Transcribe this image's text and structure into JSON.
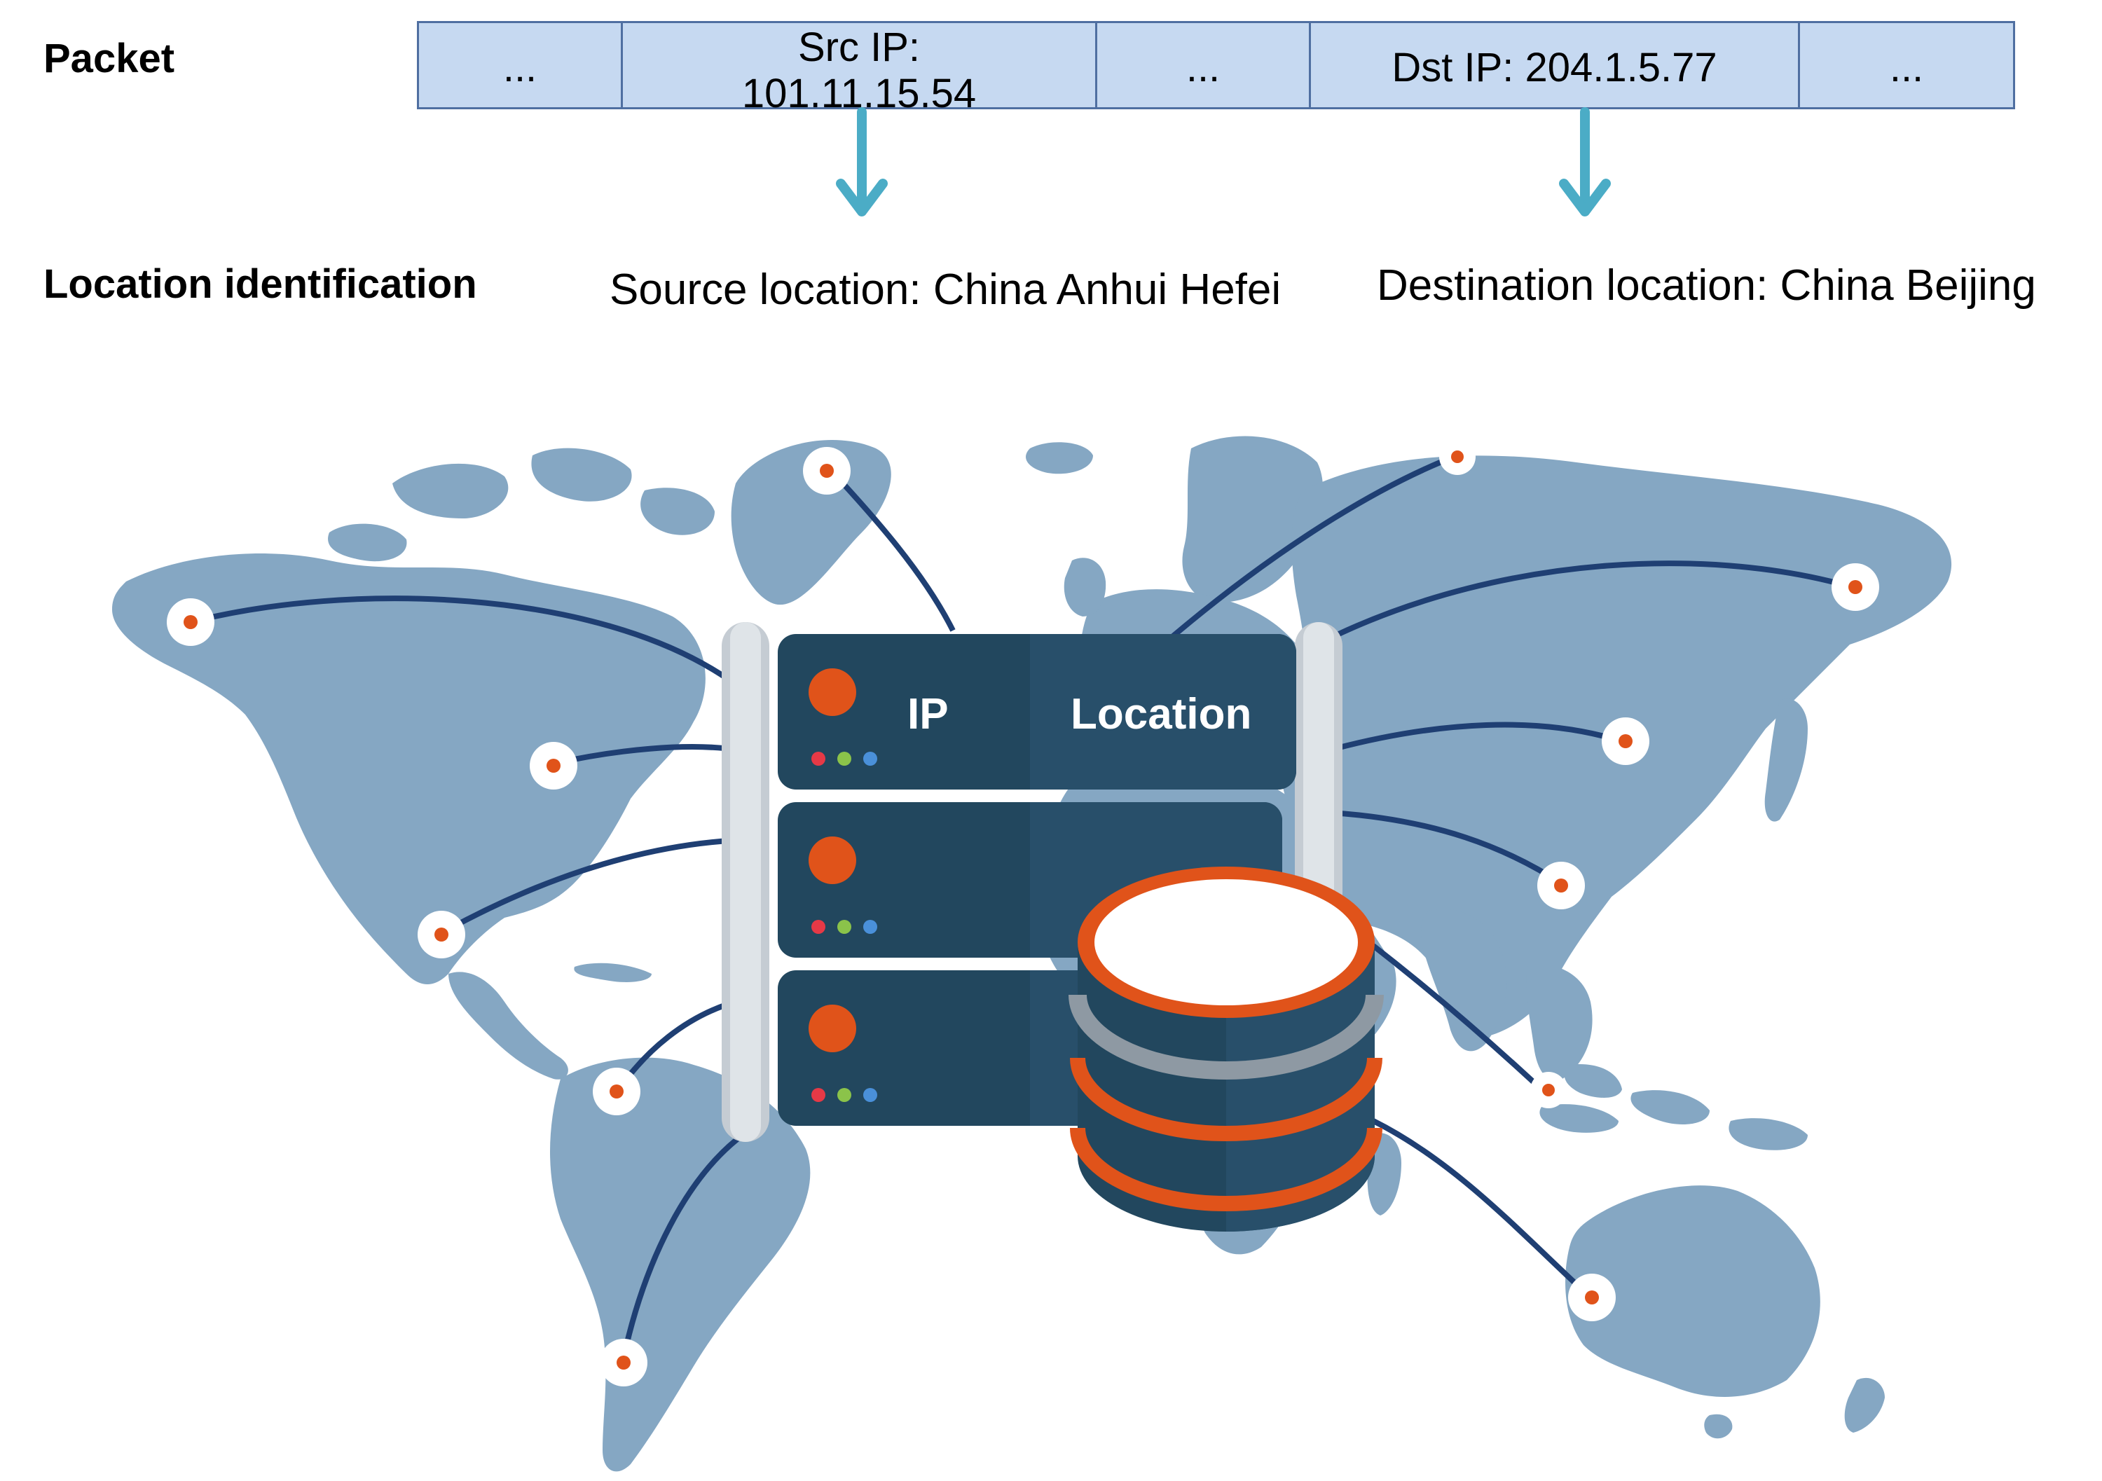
{
  "labels": {
    "packet": "Packet",
    "location_identification": "Location identification"
  },
  "packet": {
    "fields": [
      {
        "line1": "...",
        "line2": ""
      },
      {
        "line1": "Src IP:",
        "line2": "101.11.15.54"
      },
      {
        "line1": "...",
        "line2": ""
      },
      {
        "line1": "Dst IP: 204.1.5.77",
        "line2": ""
      },
      {
        "line1": "...",
        "line2": ""
      }
    ]
  },
  "locations": {
    "source": "Source location: China Anhui Hefei",
    "destination": "Destination location: China Beijing"
  },
  "server": {
    "col_ip": "IP",
    "col_location": "Location"
  },
  "colors": {
    "map": "#85a7c3",
    "packet_fill": "#c6d9f1",
    "packet_border": "#4f6fa1",
    "arrow": "#4bacc6",
    "server_dark": "#22475e",
    "server_mid": "#284f6a",
    "accent_orange": "#e0531a",
    "link_line": "#1f3f73"
  }
}
